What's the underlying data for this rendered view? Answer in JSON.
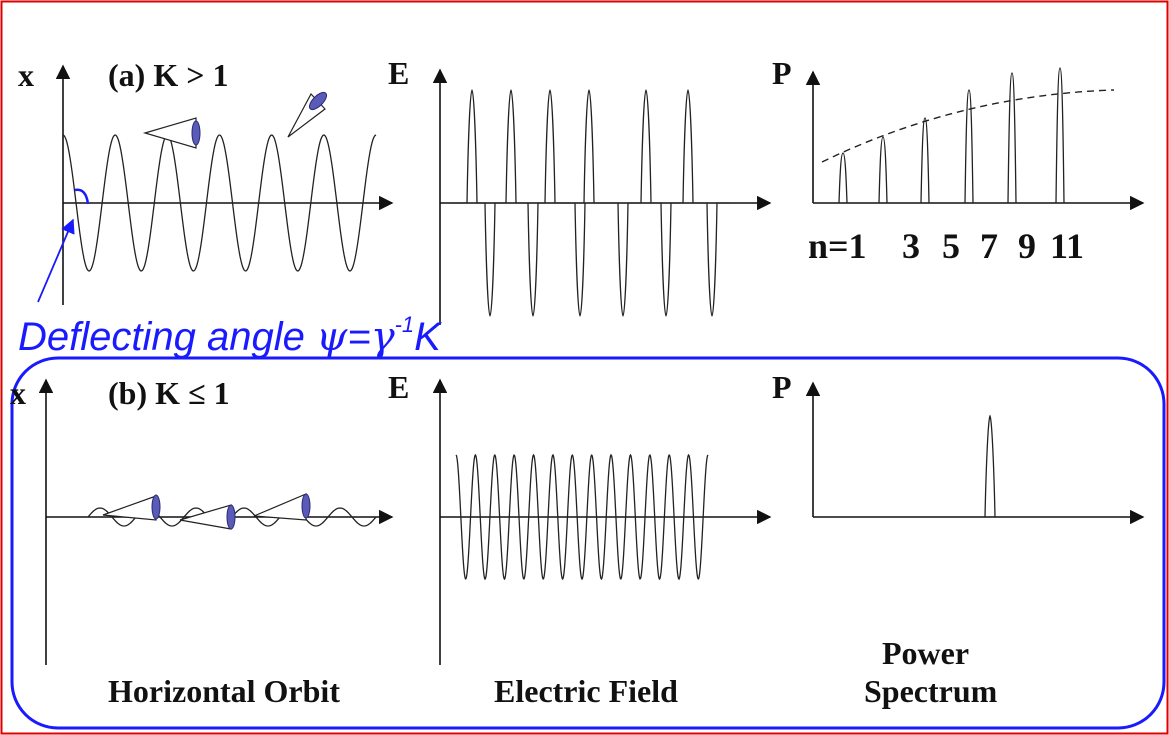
{
  "panel_a": {
    "label": "(a)  K > 1",
    "orbit_axis": "x",
    "field_axis": "E",
    "spectrum_axis": "P",
    "harmonics": [
      "n=1",
      "3",
      "5",
      "7",
      "9",
      "11"
    ]
  },
  "annotation": {
    "prefix": "Deflecting angle ",
    "psi": "ψ",
    "equals": "=",
    "gamma": "γ",
    "exponent": "-1",
    "k": "K"
  },
  "panel_b": {
    "label": "(b)  K ≤ 1",
    "orbit_axis": "x",
    "field_axis": "E",
    "spectrum_axis": "P"
  },
  "captions": {
    "orbit": "Horizontal Orbit",
    "field": "Electric Field",
    "spectrum_line1": "Power",
    "spectrum_line2": "Spectrum"
  },
  "colors": {
    "frame": "#e00000",
    "highlight": "#1a1aff",
    "cone_cap": "#5a5ab8"
  }
}
